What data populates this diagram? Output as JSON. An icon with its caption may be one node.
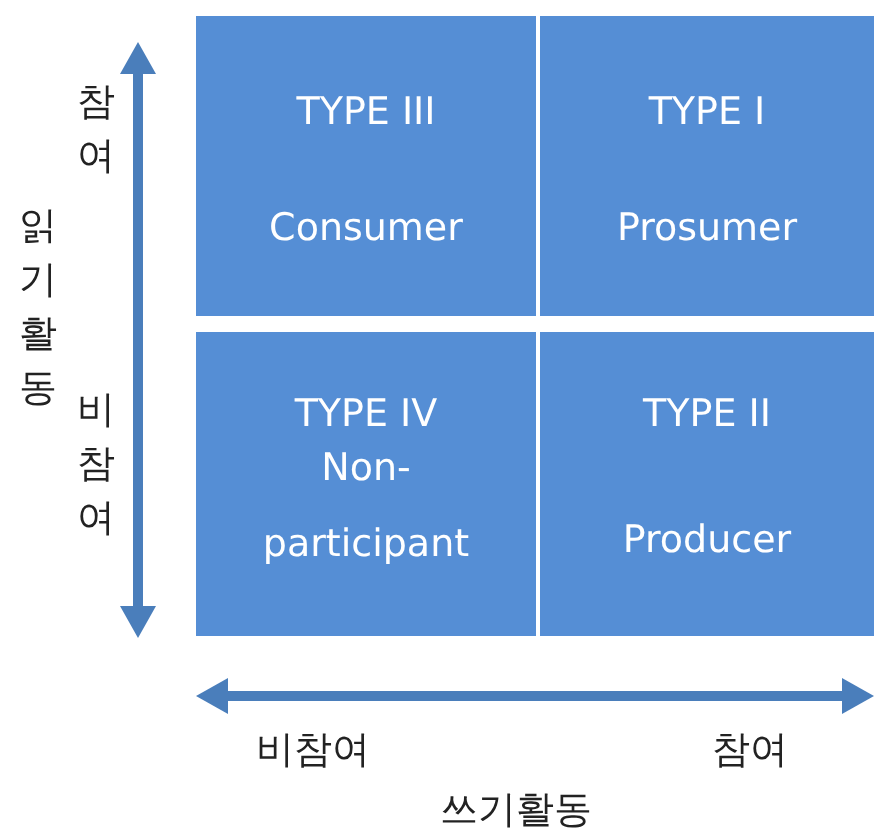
{
  "diagram": {
    "nodes": [
      {
        "text": [
          "TYPE III",
          "Consumer"
        ]
      },
      {
        "text": [
          "TYPE I",
          "Prosumer"
        ]
      },
      {
        "text": [
          "TYPE IV",
          "Non- participant"
        ]
      },
      {
        "text": [
          "TYPE II",
          "Producer"
        ]
      }
    ],
    "labels": [
      "참여",
      "읽기활동",
      "비참여",
      "비참여",
      "참여",
      "쓰기활동"
    ]
  }
}
